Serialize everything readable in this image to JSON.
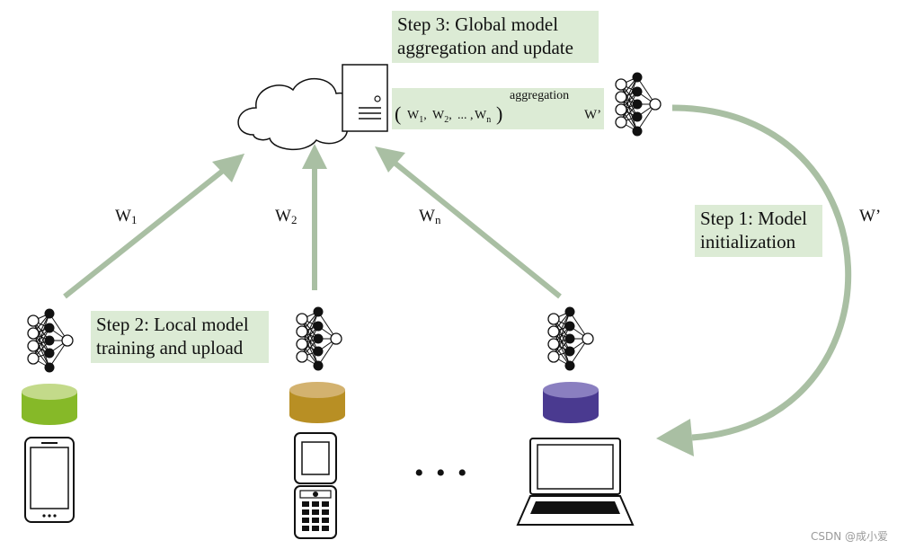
{
  "steps": {
    "step3": "Step 3: Global model\naggregation and update",
    "step1": "Step 1: Model\ninitialization",
    "step2": "Step 2: Local model\ntraining and upload"
  },
  "aggregation": {
    "arrow_label": "aggregation",
    "open_paren": "(",
    "close_paren": ")",
    "w1": "W",
    "w1_sub": "1",
    "w2": "W",
    "w2_sub": "2",
    "ellipsis": "...",
    "wn": "W",
    "wn_sub": "n",
    "result": "W’"
  },
  "upload_labels": {
    "w1": "W",
    "w1_sub": "1",
    "w2": "W",
    "w2_sub": "2",
    "wn": "W",
    "wn_sub": "n"
  },
  "broadcast_label": "W’",
  "device_gap": "• • •",
  "watermark": "CSDN @成小爱",
  "colors": {
    "arrow_green": "#a9bfa3",
    "label_bg": "#dcebd5",
    "db_green": "#86b928",
    "db_gold": "#b88f24",
    "db_purple": "#4a3a90"
  },
  "icons": [
    "cloud-icon",
    "server-icon",
    "neural-network-icon",
    "database-icon",
    "smartphone-icon",
    "feature-phone-icon",
    "laptop-icon"
  ]
}
